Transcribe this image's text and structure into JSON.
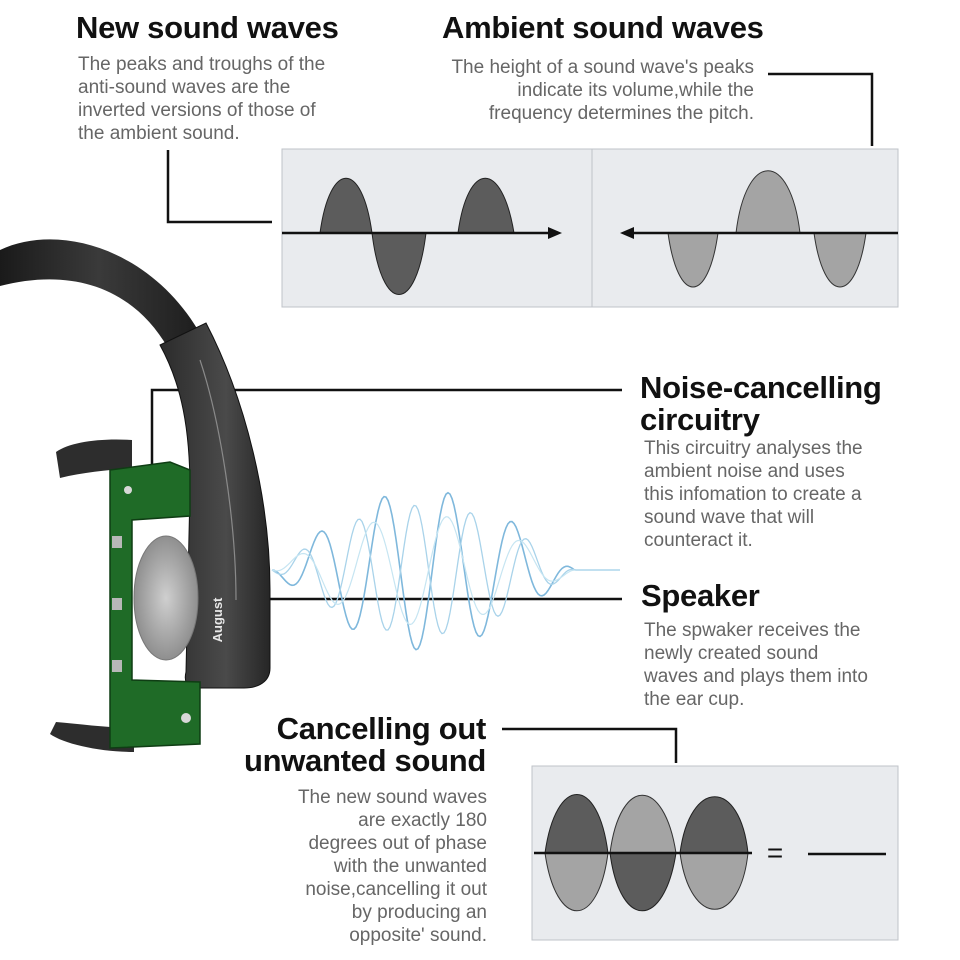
{
  "sections": {
    "new_waves": {
      "title": "New sound waves",
      "text": "The peaks and troughs of the\nanti-sound waves are the\ninverted versions of those of\nthe ambient sound."
    },
    "ambient_waves": {
      "title": "Ambient sound waves",
      "text": "The height of a sound wave's peaks\nindicate its volume,while the\nfrequency determines the pitch."
    },
    "circuitry": {
      "title": "Noise-cancelling\ncircuitry",
      "text": "This circuitry analyses the\nambient noise and uses\nthis infomation to create a\nsound wave that will\ncounteract it."
    },
    "speaker": {
      "title": "Speaker",
      "text": "The spwaker receives the\nnewly created sound\nwaves and plays them into\nthe ear cup."
    },
    "cancelling": {
      "title": "Cancelling out\nunwanted sound",
      "text": "The new sound waves\nare exactly 180\ndegrees out of phase\nwith the unwanted\nnoise,cancelling it out\nby producing an\nopposite' sound."
    }
  },
  "brand": "August",
  "equals_sign": "=",
  "colors": {
    "panel_bg": "#e9ebee",
    "wave_dark": "#5c5c5c",
    "wave_light": "#a4a4a4",
    "pcb": "#1f6b27",
    "headband": "#2a2a2a",
    "sound_wave": "#9ccbe4"
  }
}
